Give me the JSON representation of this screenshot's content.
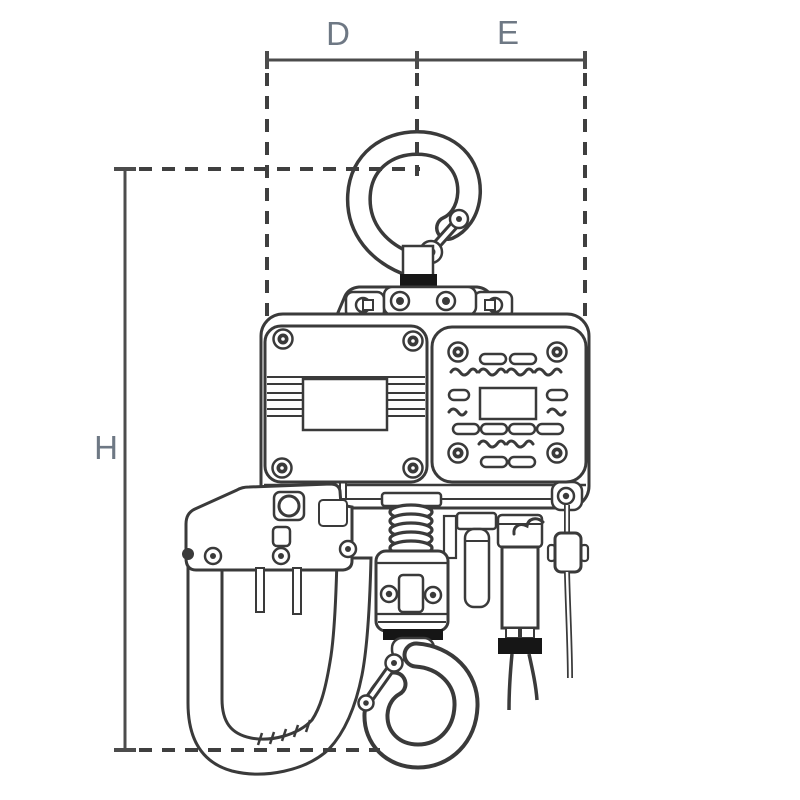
{
  "diagram": {
    "type": "technical line drawing",
    "subject": "air chain hoist with suspension hook, motor body, control handle and load hook",
    "labels": {
      "d": "D",
      "e": "E",
      "h": "H"
    },
    "colors": {
      "background": "#ffffff",
      "outline": "#3a3a3a",
      "dimension_line": "#4c4c4c",
      "label_text": "#6e7884",
      "solid_black_detail": "#161616"
    }
  }
}
